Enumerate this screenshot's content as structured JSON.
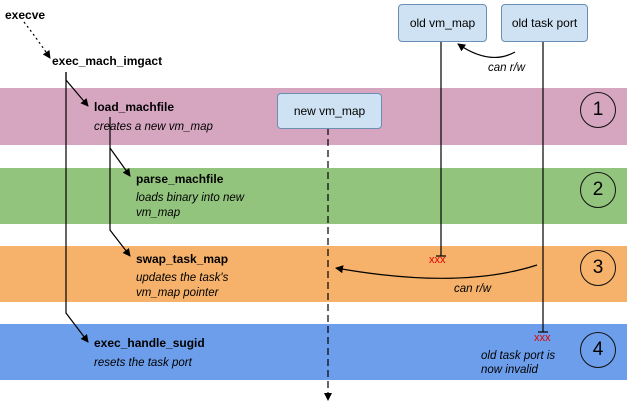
{
  "functions": {
    "execve": "execve",
    "exec_mach_imgact": "exec_mach_imgact",
    "load_machfile": "load_machfile",
    "parse_machfile": "parse_machfile",
    "swap_task_map": "swap_task_map",
    "exec_handle_sugid": "exec_handle_sugid"
  },
  "descriptions": {
    "load_machfile": "creates a new vm_map",
    "parse_machfile_1": "loads binary into new",
    "parse_machfile_2": "vm_map",
    "swap_task_map_1": "updates the task's",
    "swap_task_map_2": "vm_map pointer",
    "exec_handle_sugid": "resets the task port"
  },
  "boxes": {
    "old_vm_map": "old vm_map",
    "old_task_port": "old task port",
    "new_vm_map": "new vm_map"
  },
  "labels": {
    "can_rw_top": "can r/w",
    "can_rw_mid": "can r/w",
    "xxx_vm_map": "xxx",
    "xxx_task_port": "xxx",
    "invalid_1": "old task port is",
    "invalid_2": "now invalid"
  },
  "steps": [
    "1",
    "2",
    "3",
    "4"
  ],
  "colors": {
    "band_1": "#d6a6c1",
    "band_2": "#92c47d",
    "band_3": "#f6b26b",
    "band_4": "#6d9eeb",
    "box_fill": "#cfe2f3",
    "xxx": "#e00000"
  }
}
